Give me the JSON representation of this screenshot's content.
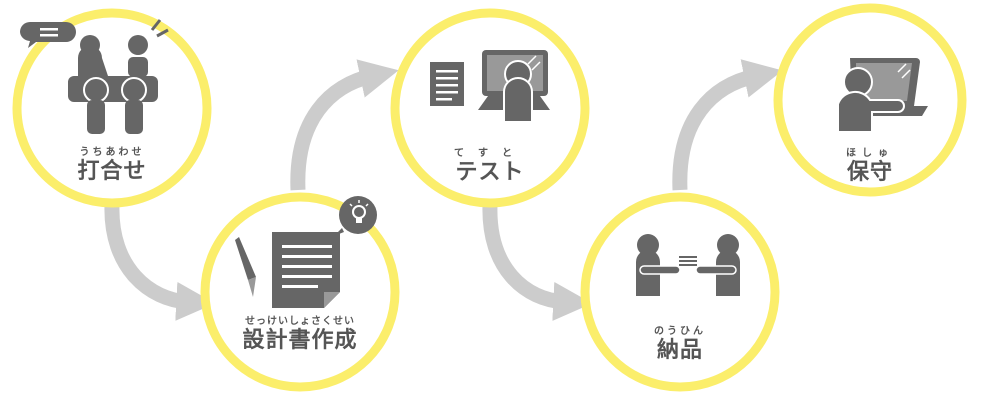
{
  "colors": {
    "ring": "#fbee6b",
    "arrow": "#cccccc",
    "figure": "#666666",
    "figure_light": "#999999",
    "text": "#555555"
  },
  "steps": [
    {
      "ruby": "うちあわせ",
      "title": "打合せ",
      "icon": "meeting-icon"
    },
    {
      "ruby": "せっけいしょさくせい",
      "title": "設計書作成",
      "icon": "document-icon"
    },
    {
      "ruby": "てすと",
      "title": "テスト",
      "icon": "computer-test-icon"
    },
    {
      "ruby": "のうひん",
      "title": "納品",
      "icon": "handover-icon"
    },
    {
      "ruby": "ほしゅ",
      "title": "保守",
      "icon": "maintenance-icon"
    }
  ]
}
